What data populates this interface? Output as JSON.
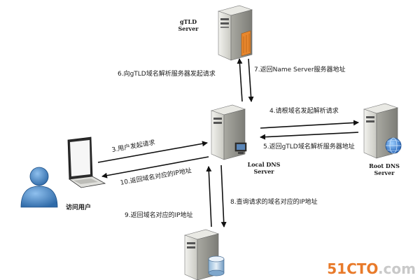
{
  "nodes": {
    "gtld": {
      "line1": "gTLD",
      "line2": "Server"
    },
    "local": {
      "line1": "Local DNS",
      "line2": "Server"
    },
    "root": {
      "line1": "Root DNS",
      "line2": "Server"
    },
    "user": {
      "label": "访问用户"
    }
  },
  "steps": {
    "s3": "3.用户发起请求",
    "s4": "4.请根域名发起解析请求",
    "s5": "5.返回gTLD域名解析服务器地址",
    "s6": "6.向gTLD域名解析服务器发起请求",
    "s7": "7.返回Name Server服务器地址",
    "s8": "8.查询请求的域名对应的IP地址",
    "s9": "9.返回域名对应的IP地址",
    "s10": "10.返回域名对应的IP地址"
  },
  "watermark": {
    "part1": "51CTO",
    "part2": ".com"
  },
  "colors": {
    "arrow": "#111111",
    "server_body": "#d9d9d2",
    "orange": "#e8872e",
    "user_blue": "#3c7fc4"
  }
}
